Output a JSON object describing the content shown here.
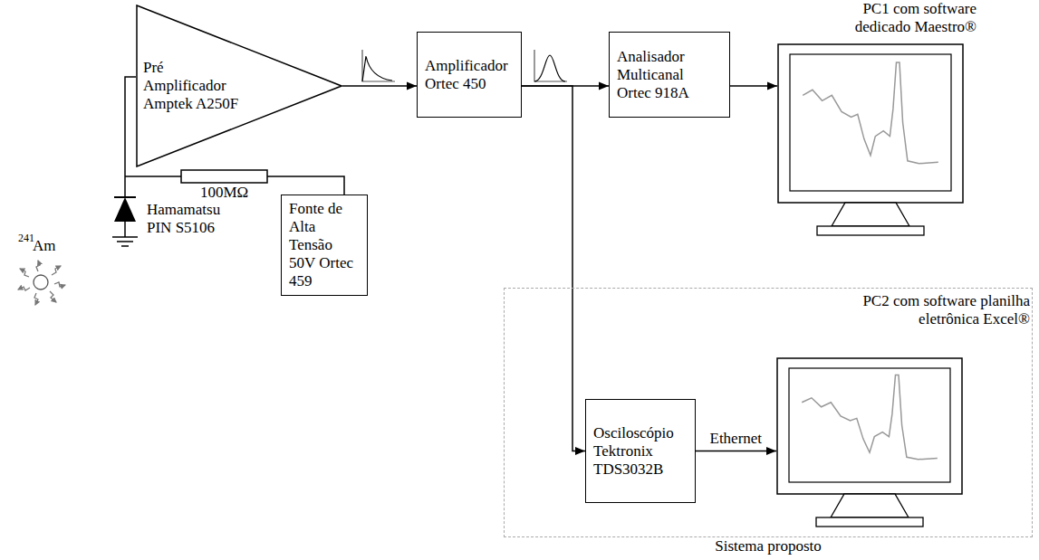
{
  "diagram": {
    "nodes": [
      {
        "text": [
          "Pré Amplificador Amptek A250F"
        ]
      },
      {
        "text": [
          "Amplificador Ortec 450"
        ]
      },
      {
        "text": [
          "Analisador Multicanal Ortec 918A"
        ]
      },
      {
        "text": [
          "PC1 com software dedicado Maestro®"
        ]
      },
      {
        "text": [
          "Fonte de Alta Tensão 50V Ortec 459"
        ]
      },
      {
        "text": [
          "Sistema proposto"
        ]
      },
      {
        "text": [
          "Osciloscópio Tektronix TDS3032B"
        ],
        "in": 5
      },
      {
        "text": [
          "PC2 com software planilha eletrônica Excel®"
        ],
        "in": 5
      }
    ],
    "edges": [
      {
        "from": 0,
        "to": 1,
        "arrow": "to"
      },
      {
        "from": 1,
        "to": 2,
        "arrow": "to"
      },
      {
        "from": 2,
        "to": 3,
        "arrow": "to"
      },
      {
        "from": 1,
        "to": 6,
        "arrow": "to"
      },
      {
        "from": 6,
        "to": 7,
        "arrow": "to",
        "label": "Ethernet"
      }
    ],
    "labels": [
      "241",
      "Am",
      "100MΩ",
      "Hamamatsu PIN S5106"
    ]
  }
}
